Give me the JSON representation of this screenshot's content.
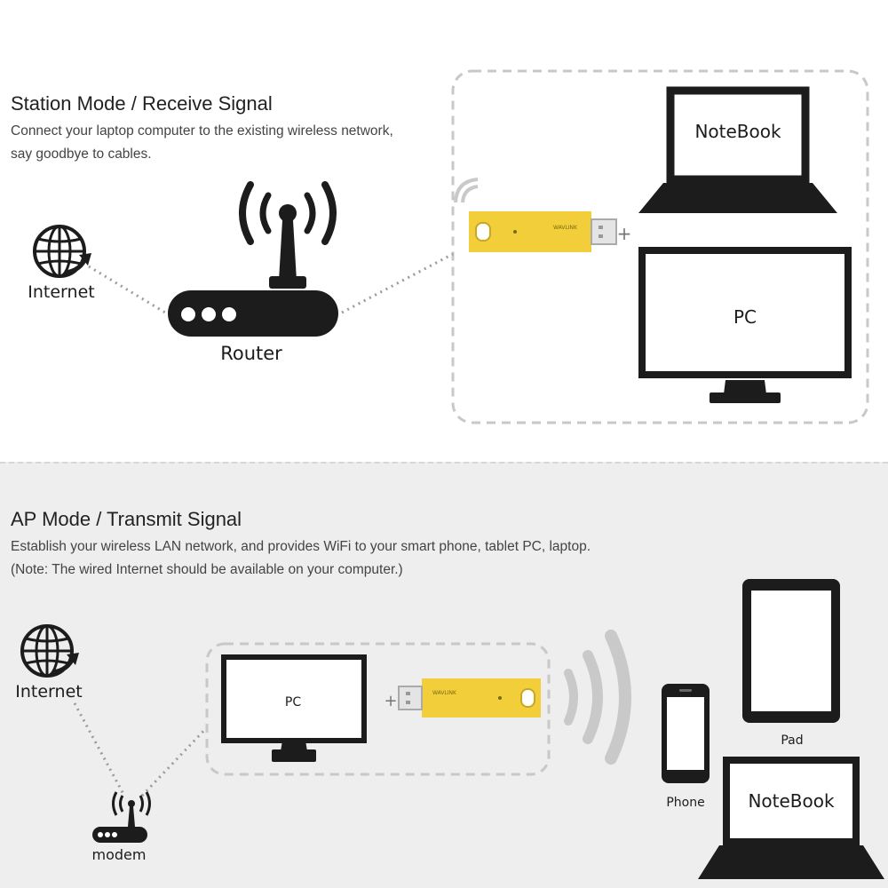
{
  "station": {
    "title": "Station Mode / Receive Signal",
    "desc_line1": "Connect your laptop computer to the existing wireless network,",
    "desc_line2": "say goodbye to cables.",
    "labels": {
      "internet": "Internet",
      "router": "Router",
      "notebook": "NoteBook",
      "pc": "PC"
    },
    "plus": "+"
  },
  "ap": {
    "title": "AP Mode / Transmit Signal",
    "desc_line1": "Establish your wireless LAN network, and provides WiFi to your smart phone, tablet PC, laptop.",
    "desc_line2": "(Note: The wired Internet should be available on your computer.)",
    "labels": {
      "internet": "Internet",
      "modem": "modem",
      "pc": "PC",
      "pad": "Pad",
      "phone": "Phone",
      "notebook": "NoteBook"
    },
    "plus": "+"
  },
  "colors": {
    "device": "#1c1c1c",
    "adapter": "#f2cf3a",
    "dashed": "#c8c8c8",
    "signal": "#c9c9c9"
  },
  "icons": [
    "globe-icon",
    "router-icon",
    "usb-wifi-adapter-icon",
    "laptop-icon",
    "monitor-icon",
    "tablet-icon",
    "smartphone-icon",
    "wifi-waves-icon",
    "modem-icon"
  ]
}
